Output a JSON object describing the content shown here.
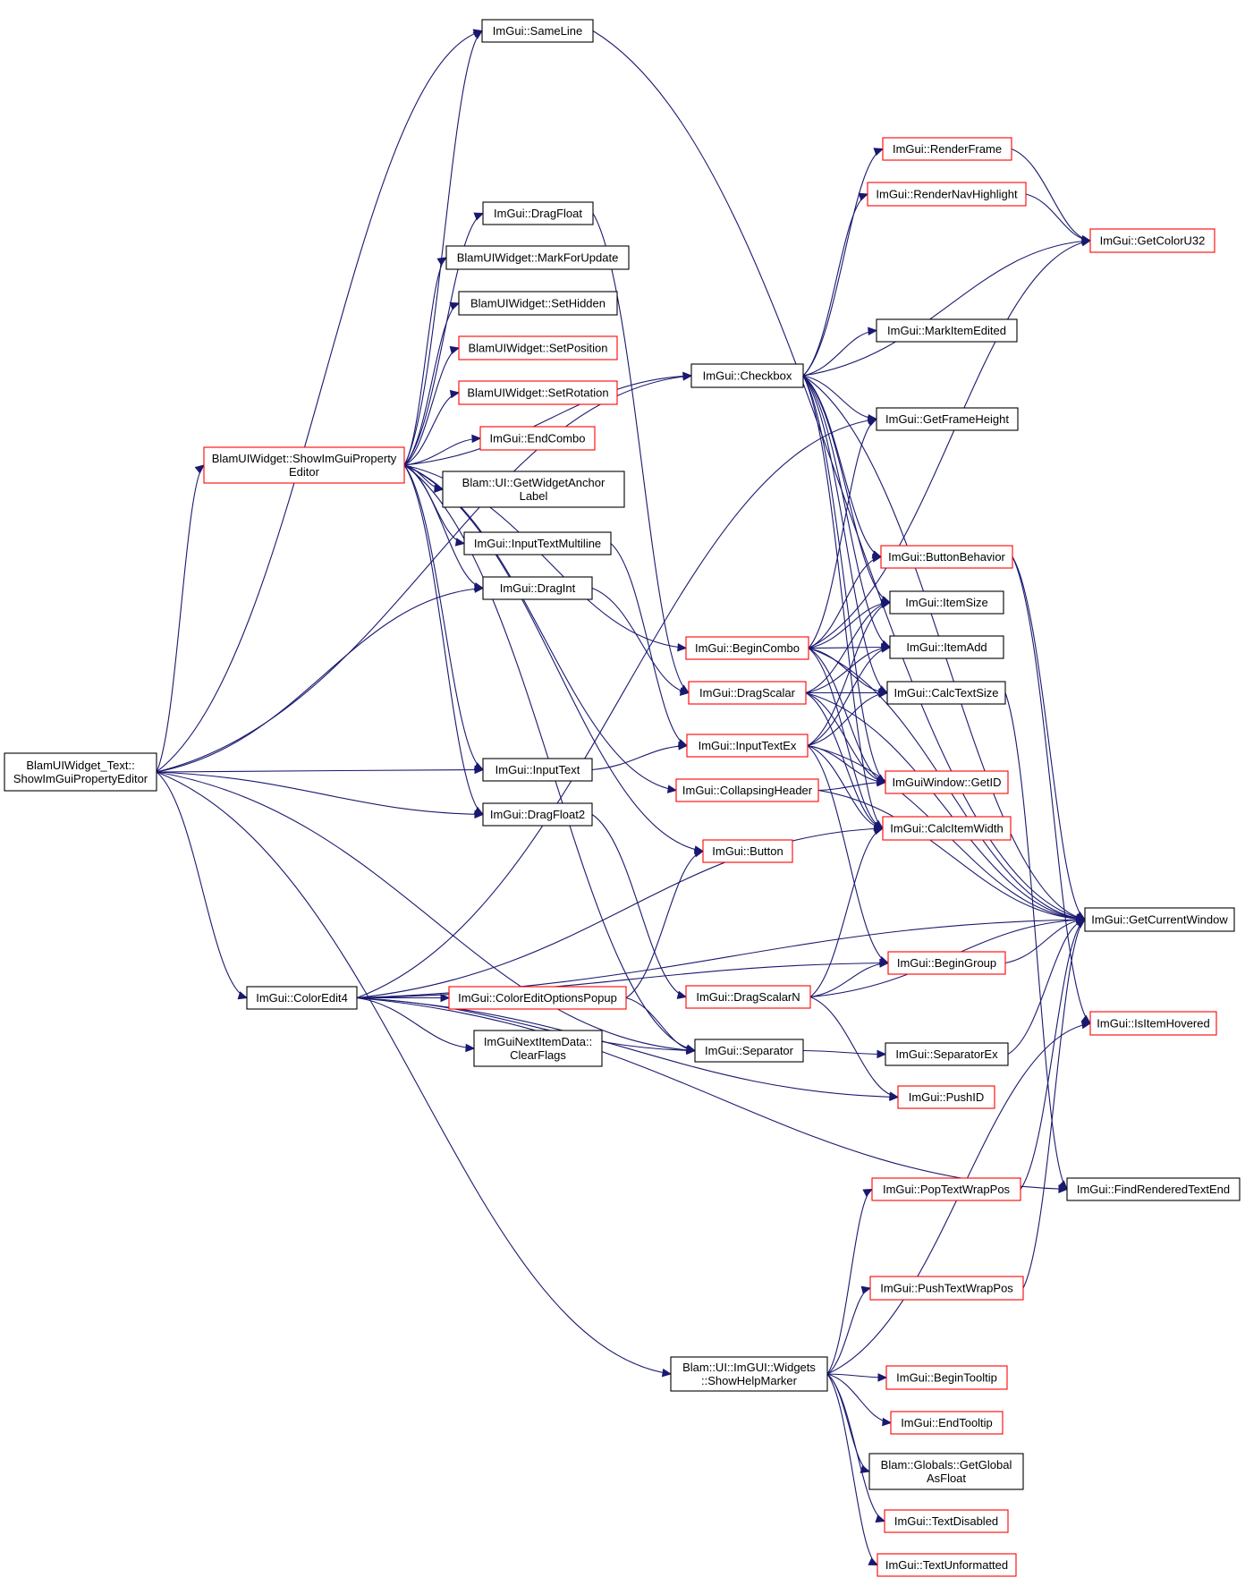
{
  "colors": {
    "edge": "#191970",
    "box_border_black": "#000000",
    "box_border_red": "#ff0000",
    "root_fill": "#bfbfbf",
    "background": "#ffffff"
  },
  "nodes": [
    {
      "id": "root",
      "lines": [
        "BlamUIWidget_Text::",
        "ShowImGuiPropertyEditor"
      ],
      "border": "black",
      "root": true
    },
    {
      "id": "sameline",
      "lines": [
        "ImGui::SameLine"
      ],
      "border": "black"
    },
    {
      "id": "showimgui",
      "lines": [
        "BlamUIWidget::ShowImGuiProperty",
        "Editor"
      ],
      "border": "red"
    },
    {
      "id": "dragfloat",
      "lines": [
        "ImGui::DragFloat"
      ],
      "border": "black"
    },
    {
      "id": "markforupdate",
      "lines": [
        "BlamUIWidget::MarkForUpdate"
      ],
      "border": "black"
    },
    {
      "id": "sethidden",
      "lines": [
        "BlamUIWidget::SetHidden"
      ],
      "border": "black"
    },
    {
      "id": "setposition",
      "lines": [
        "BlamUIWidget::SetPosition"
      ],
      "border": "red"
    },
    {
      "id": "setrotation",
      "lines": [
        "BlamUIWidget::SetRotation"
      ],
      "border": "red"
    },
    {
      "id": "endcombo",
      "lines": [
        "ImGui::EndCombo"
      ],
      "border": "red"
    },
    {
      "id": "getwidgetanchor",
      "lines": [
        "Blam::UI::GetWidgetAnchor",
        "Label"
      ],
      "border": "black"
    },
    {
      "id": "inputtextmultiline",
      "lines": [
        "ImGui::InputTextMultiline"
      ],
      "border": "black"
    },
    {
      "id": "dragint",
      "lines": [
        "ImGui::DragInt"
      ],
      "border": "black"
    },
    {
      "id": "inputtext",
      "lines": [
        "ImGui::InputText"
      ],
      "border": "black"
    },
    {
      "id": "dragfloat2",
      "lines": [
        "ImGui::DragFloat2"
      ],
      "border": "black"
    },
    {
      "id": "coloredit4",
      "lines": [
        "ImGui::ColorEdit4"
      ],
      "border": "black"
    },
    {
      "id": "coloreditoptionspopup",
      "lines": [
        "ImGui::ColorEditOptionsPopup"
      ],
      "border": "red"
    },
    {
      "id": "clearflags",
      "lines": [
        "ImGuiNextItemData::",
        "ClearFlags"
      ],
      "border": "black"
    },
    {
      "id": "separator",
      "lines": [
        "ImGui::Separator"
      ],
      "border": "black"
    },
    {
      "id": "showhelpmarker",
      "lines": [
        "Blam::UI::ImGUI::Widgets",
        "::ShowHelpMarker"
      ],
      "border": "black"
    },
    {
      "id": "checkbox",
      "lines": [
        "ImGui::Checkbox"
      ],
      "border": "black"
    },
    {
      "id": "begincombo",
      "lines": [
        "ImGui::BeginCombo"
      ],
      "border": "red"
    },
    {
      "id": "dragscalar",
      "lines": [
        "ImGui::DragScalar"
      ],
      "border": "red"
    },
    {
      "id": "inputtextex",
      "lines": [
        "ImGui::InputTextEx"
      ],
      "border": "red"
    },
    {
      "id": "collapsingheader",
      "lines": [
        "ImGui::CollapsingHeader"
      ],
      "border": "red"
    },
    {
      "id": "button",
      "lines": [
        "ImGui::Button"
      ],
      "border": "red"
    },
    {
      "id": "dragscalarn",
      "lines": [
        "ImGui::DragScalarN"
      ],
      "border": "red"
    },
    {
      "id": "renderframe",
      "lines": [
        "ImGui::RenderFrame"
      ],
      "border": "red"
    },
    {
      "id": "rendernavhighlight",
      "lines": [
        "ImGui::RenderNavHighlight"
      ],
      "border": "red"
    },
    {
      "id": "getcoloru32",
      "lines": [
        "ImGui::GetColorU32"
      ],
      "border": "red"
    },
    {
      "id": "markitemedited",
      "lines": [
        "ImGui::MarkItemEdited"
      ],
      "border": "black"
    },
    {
      "id": "getframeheight",
      "lines": [
        "ImGui::GetFrameHeight"
      ],
      "border": "black"
    },
    {
      "id": "buttonbehavior",
      "lines": [
        "ImGui::ButtonBehavior"
      ],
      "border": "red"
    },
    {
      "id": "itemsize",
      "lines": [
        "ImGui::ItemSize"
      ],
      "border": "black"
    },
    {
      "id": "itemadd",
      "lines": [
        "ImGui::ItemAdd"
      ],
      "border": "black"
    },
    {
      "id": "calctextsize",
      "lines": [
        "ImGui::CalcTextSize"
      ],
      "border": "black"
    },
    {
      "id": "getid",
      "lines": [
        "ImGuiWindow::GetID"
      ],
      "border": "red"
    },
    {
      "id": "calcitemwidth",
      "lines": [
        "ImGui::CalcItemWidth"
      ],
      "border": "red"
    },
    {
      "id": "begingroup",
      "lines": [
        "ImGui::BeginGroup"
      ],
      "border": "red"
    },
    {
      "id": "separatorex",
      "lines": [
        "ImGui::SeparatorEx"
      ],
      "border": "black"
    },
    {
      "id": "pushid",
      "lines": [
        "ImGui::PushID"
      ],
      "border": "red"
    },
    {
      "id": "poptextwrappos",
      "lines": [
        "ImGui::PopTextWrapPos"
      ],
      "border": "red"
    },
    {
      "id": "pushtextwrappos",
      "lines": [
        "ImGui::PushTextWrapPos"
      ],
      "border": "red"
    },
    {
      "id": "begintooltip",
      "lines": [
        "ImGui::BeginTooltip"
      ],
      "border": "red"
    },
    {
      "id": "endtooltip",
      "lines": [
        "ImGui::EndTooltip"
      ],
      "border": "red"
    },
    {
      "id": "getglobalasfloat",
      "lines": [
        "Blam::Globals::GetGlobal",
        "AsFloat"
      ],
      "border": "black"
    },
    {
      "id": "textdisabled",
      "lines": [
        "ImGui::TextDisabled"
      ],
      "border": "red"
    },
    {
      "id": "textunformatted",
      "lines": [
        "ImGui::TextUnformatted"
      ],
      "border": "red"
    },
    {
      "id": "getcurrentwindow",
      "lines": [
        "ImGui::GetCurrentWindow"
      ],
      "border": "black"
    },
    {
      "id": "isitemhovered",
      "lines": [
        "ImGui::IsItemHovered"
      ],
      "border": "red"
    },
    {
      "id": "findrenderedtextend",
      "lines": [
        "ImGui::FindRenderedTextEnd"
      ],
      "border": "black"
    }
  ],
  "edges": [
    [
      "root",
      "sameline"
    ],
    [
      "root",
      "showimgui"
    ],
    [
      "root",
      "checkbox"
    ],
    [
      "root",
      "dragint"
    ],
    [
      "root",
      "inputtext"
    ],
    [
      "root",
      "dragfloat2"
    ],
    [
      "root",
      "coloredit4"
    ],
    [
      "root",
      "separator"
    ],
    [
      "root",
      "showhelpmarker"
    ],
    [
      "sameline",
      "getcurrentwindow"
    ],
    [
      "showimgui",
      "sameline"
    ],
    [
      "showimgui",
      "checkbox"
    ],
    [
      "showimgui",
      "dragfloat"
    ],
    [
      "showimgui",
      "markforupdate"
    ],
    [
      "showimgui",
      "sethidden"
    ],
    [
      "showimgui",
      "setposition"
    ],
    [
      "showimgui",
      "setrotation"
    ],
    [
      "showimgui",
      "endcombo"
    ],
    [
      "showimgui",
      "getwidgetanchor"
    ],
    [
      "showimgui",
      "inputtextmultiline"
    ],
    [
      "showimgui",
      "dragint"
    ],
    [
      "showimgui",
      "inputtext"
    ],
    [
      "showimgui",
      "dragfloat2"
    ],
    [
      "showimgui",
      "begincombo"
    ],
    [
      "showimgui",
      "collapsingheader"
    ],
    [
      "showimgui",
      "button"
    ],
    [
      "showimgui",
      "separator"
    ],
    [
      "dragfloat",
      "dragscalar"
    ],
    [
      "dragint",
      "dragscalar"
    ],
    [
      "dragfloat2",
      "dragscalarn"
    ],
    [
      "inputtextmultiline",
      "inputtextex"
    ],
    [
      "inputtext",
      "inputtextex"
    ],
    [
      "coloredit4",
      "getframeheight"
    ],
    [
      "coloredit4",
      "calcitemwidth"
    ],
    [
      "coloredit4",
      "begingroup"
    ],
    [
      "coloredit4",
      "coloreditoptionspopup"
    ],
    [
      "coloredit4",
      "clearflags"
    ],
    [
      "coloredit4",
      "separator"
    ],
    [
      "coloredit4",
      "pushid"
    ],
    [
      "coloredit4",
      "getcurrentwindow"
    ],
    [
      "coloredit4",
      "findrenderedtextend"
    ],
    [
      "coloreditoptionspopup",
      "button"
    ],
    [
      "coloreditoptionspopup",
      "separator"
    ],
    [
      "separator",
      "separatorex"
    ],
    [
      "separatorex",
      "getcurrentwindow"
    ],
    [
      "checkbox",
      "renderframe"
    ],
    [
      "checkbox",
      "rendernavhighlight"
    ],
    [
      "checkbox",
      "getcoloru32"
    ],
    [
      "checkbox",
      "markitemedited"
    ],
    [
      "checkbox",
      "getframeheight"
    ],
    [
      "checkbox",
      "buttonbehavior"
    ],
    [
      "checkbox",
      "itemsize"
    ],
    [
      "checkbox",
      "itemadd"
    ],
    [
      "checkbox",
      "calctextsize"
    ],
    [
      "checkbox",
      "getid"
    ],
    [
      "checkbox",
      "calcitemwidth"
    ],
    [
      "checkbox",
      "getcurrentwindow"
    ],
    [
      "renderframe",
      "getcoloru32"
    ],
    [
      "rendernavhighlight",
      "getcoloru32"
    ],
    [
      "buttonbehavior",
      "getcurrentwindow"
    ],
    [
      "buttonbehavior",
      "isitemhovered"
    ],
    [
      "calctextsize",
      "findrenderedtextend"
    ],
    [
      "begincombo",
      "getcoloru32"
    ],
    [
      "begincombo",
      "getframeheight"
    ],
    [
      "begincombo",
      "buttonbehavior"
    ],
    [
      "begincombo",
      "itemsize"
    ],
    [
      "begincombo",
      "itemadd"
    ],
    [
      "begincombo",
      "calctextsize"
    ],
    [
      "begincombo",
      "getid"
    ],
    [
      "begincombo",
      "calcitemwidth"
    ],
    [
      "begincombo",
      "getcurrentwindow"
    ],
    [
      "dragscalar",
      "itemsize"
    ],
    [
      "dragscalar",
      "itemadd"
    ],
    [
      "dragscalar",
      "calctextsize"
    ],
    [
      "dragscalar",
      "getid"
    ],
    [
      "dragscalar",
      "calcitemwidth"
    ],
    [
      "dragscalar",
      "getcurrentwindow"
    ],
    [
      "inputtextex",
      "itemsize"
    ],
    [
      "inputtextex",
      "itemadd"
    ],
    [
      "inputtextex",
      "calctextsize"
    ],
    [
      "inputtextex",
      "getid"
    ],
    [
      "inputtextex",
      "calcitemwidth"
    ],
    [
      "inputtextex",
      "begingroup"
    ],
    [
      "inputtextex",
      "getcurrentwindow"
    ],
    [
      "collapsingheader",
      "getid"
    ],
    [
      "collapsingheader",
      "getcurrentwindow"
    ],
    [
      "dragscalarn",
      "calcitemwidth"
    ],
    [
      "dragscalarn",
      "begingroup"
    ],
    [
      "dragscalarn",
      "pushid"
    ],
    [
      "dragscalarn",
      "getcurrentwindow"
    ],
    [
      "begingroup",
      "getcurrentwindow"
    ],
    [
      "showhelpmarker",
      "poptextwrappos"
    ],
    [
      "showhelpmarker",
      "pushtextwrappos"
    ],
    [
      "showhelpmarker",
      "begintooltip"
    ],
    [
      "showhelpmarker",
      "endtooltip"
    ],
    [
      "showhelpmarker",
      "getglobalasfloat"
    ],
    [
      "showhelpmarker",
      "textdisabled"
    ],
    [
      "showhelpmarker",
      "textunformatted"
    ],
    [
      "showhelpmarker",
      "isitemhovered"
    ],
    [
      "poptextwrappos",
      "getcurrentwindow"
    ],
    [
      "pushtextwrappos",
      "getcurrentwindow"
    ]
  ]
}
